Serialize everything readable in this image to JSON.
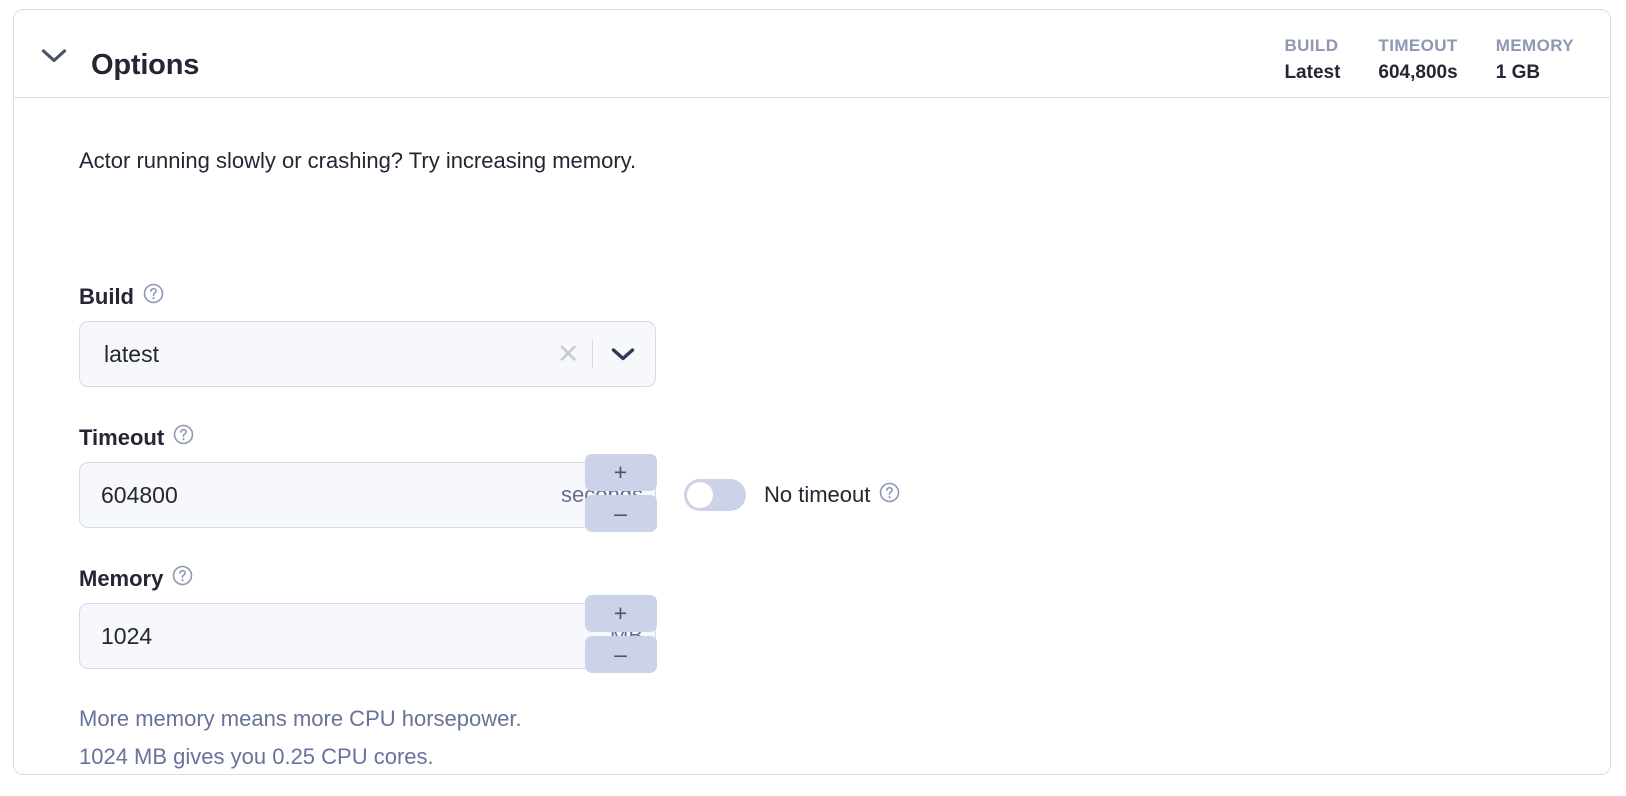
{
  "header": {
    "title": "Options",
    "collapse_icon": "chevron-down-icon",
    "stats": [
      {
        "label": "BUILD",
        "value": "Latest"
      },
      {
        "label": "TIMEOUT",
        "value": "604,800s"
      },
      {
        "label": "MEMORY",
        "value": "1 GB"
      }
    ]
  },
  "body": {
    "intro": "Actor running slowly or crashing? Try increasing memory.",
    "build": {
      "label": "Build",
      "help_icon": "help-circle-icon",
      "value": "latest",
      "clear_icon": "close-icon",
      "dropdown_icon": "chevron-down-icon"
    },
    "timeout": {
      "label": "Timeout",
      "help_icon": "help-circle-icon",
      "value": "604800",
      "unit": "seconds",
      "increment_label": "+",
      "decrement_label": "–",
      "no_timeout_label": "No timeout",
      "no_timeout_help_icon": "help-circle-icon",
      "no_timeout_enabled": false
    },
    "memory": {
      "label": "Memory",
      "help_icon": "help-circle-icon",
      "value": "1024",
      "unit": "MB",
      "increment_label": "+",
      "decrement_label": "–",
      "helper_line_1": "More memory means more CPU horsepower.",
      "helper_line_2": "1024 MB gives you 0.25 CPU cores."
    }
  },
  "colors": {
    "card_border": "#d7dcef",
    "field_bg": "#f7f8fc",
    "field_border": "#d4d9ee",
    "stepper_bg": "#ccd2e8",
    "text_primary": "#242633",
    "text_muted": "#69729a",
    "stat_label": "#8e97b4"
  }
}
